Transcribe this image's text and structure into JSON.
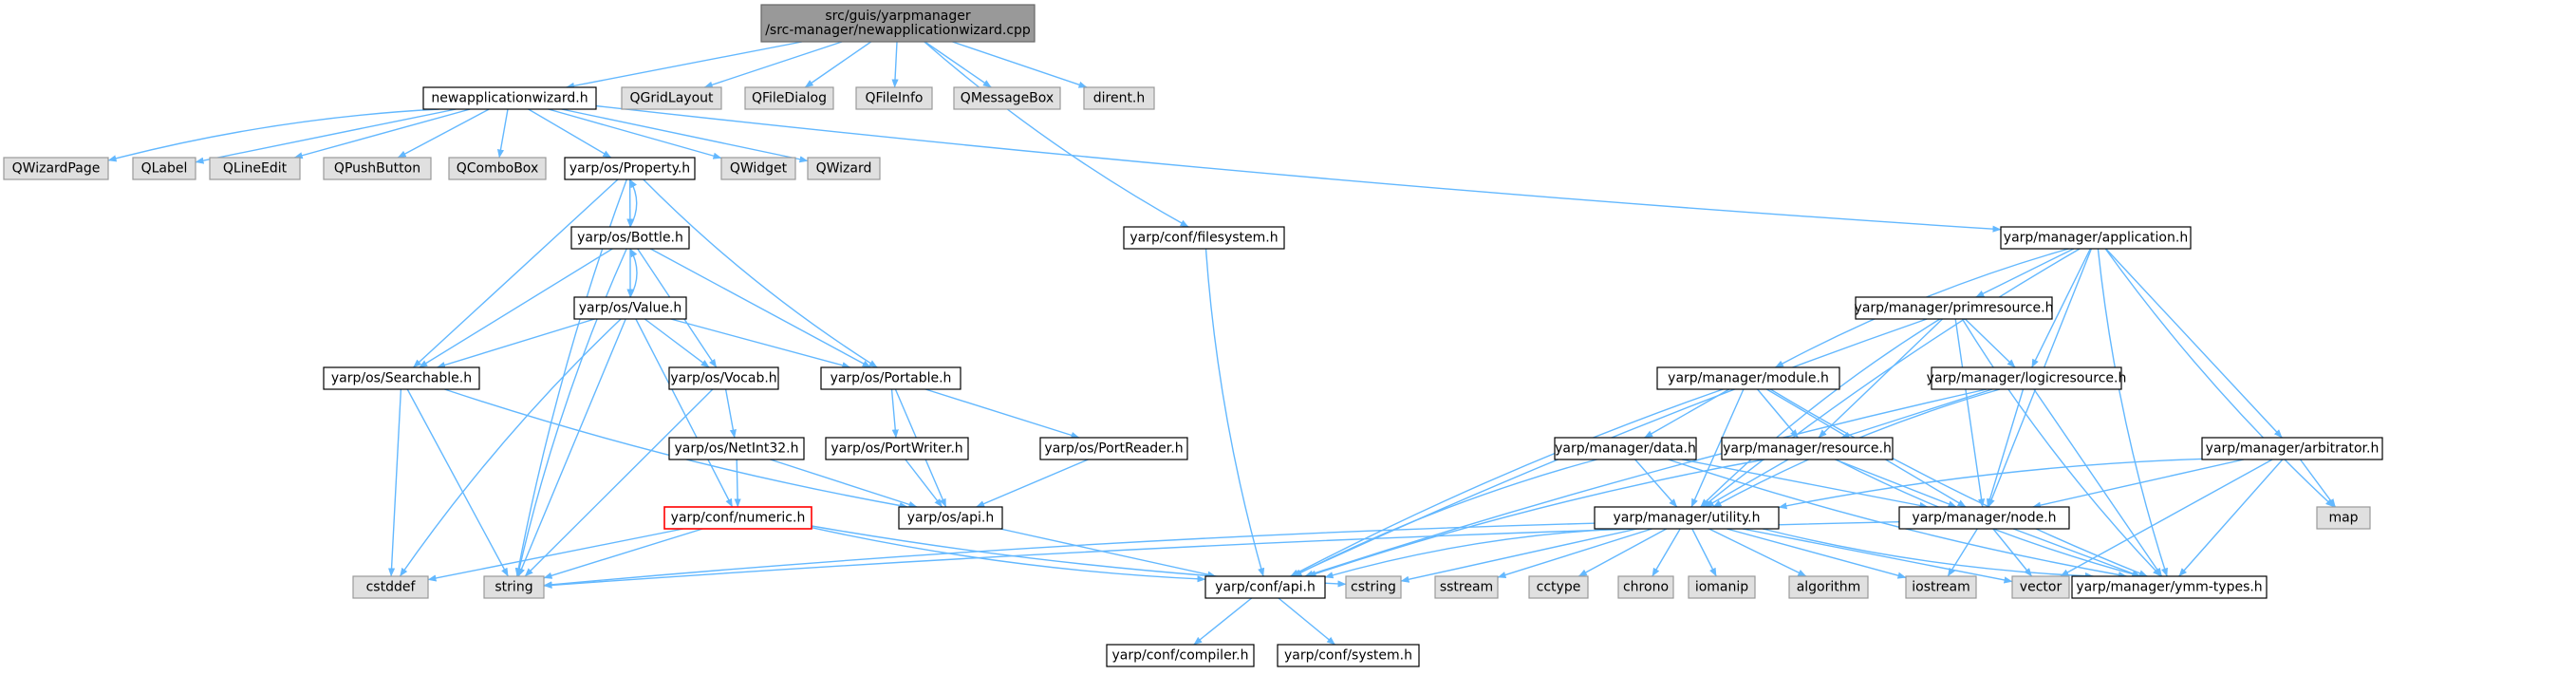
{
  "graph": {
    "nodes": [
      {
        "id": "root",
        "style": "root",
        "lines": [
          "src/guis/yarpmanager",
          "/src-manager/newapplicationwizard.cpp"
        ]
      },
      {
        "id": "nawh",
        "style": "normal",
        "lines": [
          "newapplicationwizard.h"
        ]
      },
      {
        "id": "qgridlayout",
        "style": "ext",
        "lines": [
          "QGridLayout"
        ]
      },
      {
        "id": "qfiledialog",
        "style": "ext",
        "lines": [
          "QFileDialog"
        ]
      },
      {
        "id": "qfileinfo",
        "style": "ext",
        "lines": [
          "QFileInfo"
        ]
      },
      {
        "id": "qmessagebox",
        "style": "ext",
        "lines": [
          "QMessageBox"
        ]
      },
      {
        "id": "dirent",
        "style": "ext",
        "lines": [
          "dirent.h"
        ]
      },
      {
        "id": "qwizardpage",
        "style": "ext",
        "lines": [
          "QWizardPage"
        ]
      },
      {
        "id": "qlabel",
        "style": "ext",
        "lines": [
          "QLabel"
        ]
      },
      {
        "id": "qlineedit",
        "style": "ext",
        "lines": [
          "QLineEdit"
        ]
      },
      {
        "id": "qpushbutton",
        "style": "ext",
        "lines": [
          "QPushButton"
        ]
      },
      {
        "id": "qcombobox",
        "style": "ext",
        "lines": [
          "QComboBox"
        ]
      },
      {
        "id": "property",
        "style": "normal",
        "lines": [
          "yarp/os/Property.h"
        ]
      },
      {
        "id": "qwidget",
        "style": "ext",
        "lines": [
          "QWidget"
        ]
      },
      {
        "id": "qwizard",
        "style": "ext",
        "lines": [
          "QWizard"
        ]
      },
      {
        "id": "bottle",
        "style": "normal",
        "lines": [
          "yarp/os/Bottle.h"
        ]
      },
      {
        "id": "value",
        "style": "normal",
        "lines": [
          "yarp/os/Value.h"
        ]
      },
      {
        "id": "searchable",
        "style": "normal",
        "lines": [
          "yarp/os/Searchable.h"
        ]
      },
      {
        "id": "vocab",
        "style": "normal",
        "lines": [
          "yarp/os/Vocab.h"
        ]
      },
      {
        "id": "portable",
        "style": "normal",
        "lines": [
          "yarp/os/Portable.h"
        ]
      },
      {
        "id": "netint32",
        "style": "normal",
        "lines": [
          "yarp/os/NetInt32.h"
        ]
      },
      {
        "id": "portwriter",
        "style": "normal",
        "lines": [
          "yarp/os/PortWriter.h"
        ]
      },
      {
        "id": "portreader",
        "style": "normal",
        "lines": [
          "yarp/os/PortReader.h"
        ]
      },
      {
        "id": "numeric",
        "style": "red",
        "lines": [
          "yarp/conf/numeric.h"
        ]
      },
      {
        "id": "osapi",
        "style": "normal",
        "lines": [
          "yarp/os/api.h"
        ]
      },
      {
        "id": "cstddef",
        "style": "ext",
        "lines": [
          "cstddef"
        ]
      },
      {
        "id": "string",
        "style": "ext",
        "lines": [
          "string"
        ]
      },
      {
        "id": "confapi",
        "style": "normal",
        "lines": [
          "yarp/conf/api.h"
        ]
      },
      {
        "id": "compiler",
        "style": "normal",
        "lines": [
          "yarp/conf/compiler.h"
        ]
      },
      {
        "id": "system",
        "style": "normal",
        "lines": [
          "yarp/conf/system.h"
        ]
      },
      {
        "id": "filesystem",
        "style": "normal",
        "lines": [
          "yarp/conf/filesystem.h"
        ]
      },
      {
        "id": "application",
        "style": "normal",
        "lines": [
          "yarp/manager/application.h"
        ]
      },
      {
        "id": "primresource",
        "style": "normal",
        "lines": [
          "yarp/manager/primresource.h"
        ]
      },
      {
        "id": "module",
        "style": "normal",
        "lines": [
          "yarp/manager/module.h"
        ]
      },
      {
        "id": "logicresource",
        "style": "normal",
        "lines": [
          "yarp/manager/logicresource.h"
        ]
      },
      {
        "id": "data",
        "style": "normal",
        "lines": [
          "yarp/manager/data.h"
        ]
      },
      {
        "id": "resource",
        "style": "normal",
        "lines": [
          "yarp/manager/resource.h"
        ]
      },
      {
        "id": "arbitrator",
        "style": "normal",
        "lines": [
          "yarp/manager/arbitrator.h"
        ]
      },
      {
        "id": "utility",
        "style": "normal",
        "lines": [
          "yarp/manager/utility.h"
        ]
      },
      {
        "id": "node",
        "style": "normal",
        "lines": [
          "yarp/manager/node.h"
        ]
      },
      {
        "id": "map",
        "style": "ext",
        "lines": [
          "map"
        ]
      },
      {
        "id": "cstring",
        "style": "ext",
        "lines": [
          "cstring"
        ]
      },
      {
        "id": "sstream",
        "style": "ext",
        "lines": [
          "sstream"
        ]
      },
      {
        "id": "cctype",
        "style": "ext",
        "lines": [
          "cctype"
        ]
      },
      {
        "id": "chrono",
        "style": "ext",
        "lines": [
          "chrono"
        ]
      },
      {
        "id": "iomanip",
        "style": "ext",
        "lines": [
          "iomanip"
        ]
      },
      {
        "id": "algorithm",
        "style": "ext",
        "lines": [
          "algorithm"
        ]
      },
      {
        "id": "iostream",
        "style": "ext",
        "lines": [
          "iostream"
        ]
      },
      {
        "id": "vector",
        "style": "ext",
        "lines": [
          "vector"
        ]
      },
      {
        "id": "ymmtypes",
        "style": "normal",
        "lines": [
          "yarp/manager/ymm-types.h"
        ]
      }
    ],
    "edges": [
      [
        "root",
        "nawh"
      ],
      [
        "root",
        "qgridlayout"
      ],
      [
        "root",
        "qfiledialog"
      ],
      [
        "root",
        "qfileinfo"
      ],
      [
        "root",
        "qmessagebox"
      ],
      [
        "root",
        "dirent"
      ],
      [
        "root",
        "filesystem"
      ],
      [
        "nawh",
        "qwizardpage"
      ],
      [
        "nawh",
        "qlabel"
      ],
      [
        "nawh",
        "qlineedit"
      ],
      [
        "nawh",
        "qpushbutton"
      ],
      [
        "nawh",
        "qcombobox"
      ],
      [
        "nawh",
        "property"
      ],
      [
        "nawh",
        "qwidget"
      ],
      [
        "nawh",
        "qwizard"
      ],
      [
        "nawh",
        "application"
      ],
      [
        "property",
        "bottle"
      ],
      [
        "property",
        "searchable"
      ],
      [
        "property",
        "portable"
      ],
      [
        "property",
        "string"
      ],
      [
        "bottle",
        "property"
      ],
      [
        "bottle",
        "value"
      ],
      [
        "bottle",
        "searchable"
      ],
      [
        "bottle",
        "vocab"
      ],
      [
        "bottle",
        "portable"
      ],
      [
        "bottle",
        "string"
      ],
      [
        "value",
        "bottle"
      ],
      [
        "value",
        "searchable"
      ],
      [
        "value",
        "vocab"
      ],
      [
        "value",
        "portable"
      ],
      [
        "value",
        "numeric"
      ],
      [
        "value",
        "cstddef"
      ],
      [
        "value",
        "string"
      ],
      [
        "searchable",
        "osapi"
      ],
      [
        "searchable",
        "cstddef"
      ],
      [
        "searchable",
        "string"
      ],
      [
        "vocab",
        "netint32"
      ],
      [
        "vocab",
        "string"
      ],
      [
        "portable",
        "portwriter"
      ],
      [
        "portable",
        "portreader"
      ],
      [
        "portable",
        "osapi"
      ],
      [
        "netint32",
        "numeric"
      ],
      [
        "netint32",
        "osapi"
      ],
      [
        "portwriter",
        "osapi"
      ],
      [
        "portreader",
        "osapi"
      ],
      [
        "numeric",
        "confapi"
      ],
      [
        "numeric",
        "cstddef"
      ],
      [
        "numeric",
        "string"
      ],
      [
        "numeric",
        "cstring"
      ],
      [
        "osapi",
        "confapi"
      ],
      [
        "confapi",
        "compiler"
      ],
      [
        "confapi",
        "system"
      ],
      [
        "filesystem",
        "confapi"
      ],
      [
        "application",
        "primresource"
      ],
      [
        "application",
        "module"
      ],
      [
        "application",
        "logicresource"
      ],
      [
        "application",
        "arbitrator"
      ],
      [
        "application",
        "utility"
      ],
      [
        "application",
        "node"
      ],
      [
        "application",
        "map"
      ],
      [
        "application",
        "ymmtypes"
      ],
      [
        "primresource",
        "logicresource"
      ],
      [
        "primresource",
        "resource"
      ],
      [
        "primresource",
        "utility"
      ],
      [
        "primresource",
        "node"
      ],
      [
        "primresource",
        "confapi"
      ],
      [
        "primresource",
        "ymmtypes"
      ],
      [
        "module",
        "data"
      ],
      [
        "module",
        "resource"
      ],
      [
        "module",
        "utility"
      ],
      [
        "module",
        "node"
      ],
      [
        "module",
        "confapi"
      ],
      [
        "module",
        "ymmtypes"
      ],
      [
        "logicresource",
        "resource"
      ],
      [
        "logicresource",
        "utility"
      ],
      [
        "logicresource",
        "node"
      ],
      [
        "logicresource",
        "confapi"
      ],
      [
        "logicresource",
        "ymmtypes"
      ],
      [
        "data",
        "utility"
      ],
      [
        "data",
        "node"
      ],
      [
        "data",
        "confapi"
      ],
      [
        "data",
        "ymmtypes"
      ],
      [
        "resource",
        "utility"
      ],
      [
        "resource",
        "node"
      ],
      [
        "resource",
        "confapi"
      ],
      [
        "resource",
        "ymmtypes"
      ],
      [
        "arbitrator",
        "utility"
      ],
      [
        "arbitrator",
        "node"
      ],
      [
        "arbitrator",
        "map"
      ],
      [
        "arbitrator",
        "vector"
      ],
      [
        "arbitrator",
        "ymmtypes"
      ],
      [
        "utility",
        "string"
      ],
      [
        "utility",
        "cstring"
      ],
      [
        "utility",
        "sstream"
      ],
      [
        "utility",
        "cctype"
      ],
      [
        "utility",
        "chrono"
      ],
      [
        "utility",
        "iomanip"
      ],
      [
        "utility",
        "algorithm"
      ],
      [
        "utility",
        "iostream"
      ],
      [
        "utility",
        "vector"
      ],
      [
        "utility",
        "ymmtypes"
      ],
      [
        "utility",
        "confapi"
      ],
      [
        "node",
        "string"
      ],
      [
        "node",
        "iostream"
      ],
      [
        "node",
        "vector"
      ],
      [
        "node",
        "ymmtypes"
      ]
    ]
  }
}
